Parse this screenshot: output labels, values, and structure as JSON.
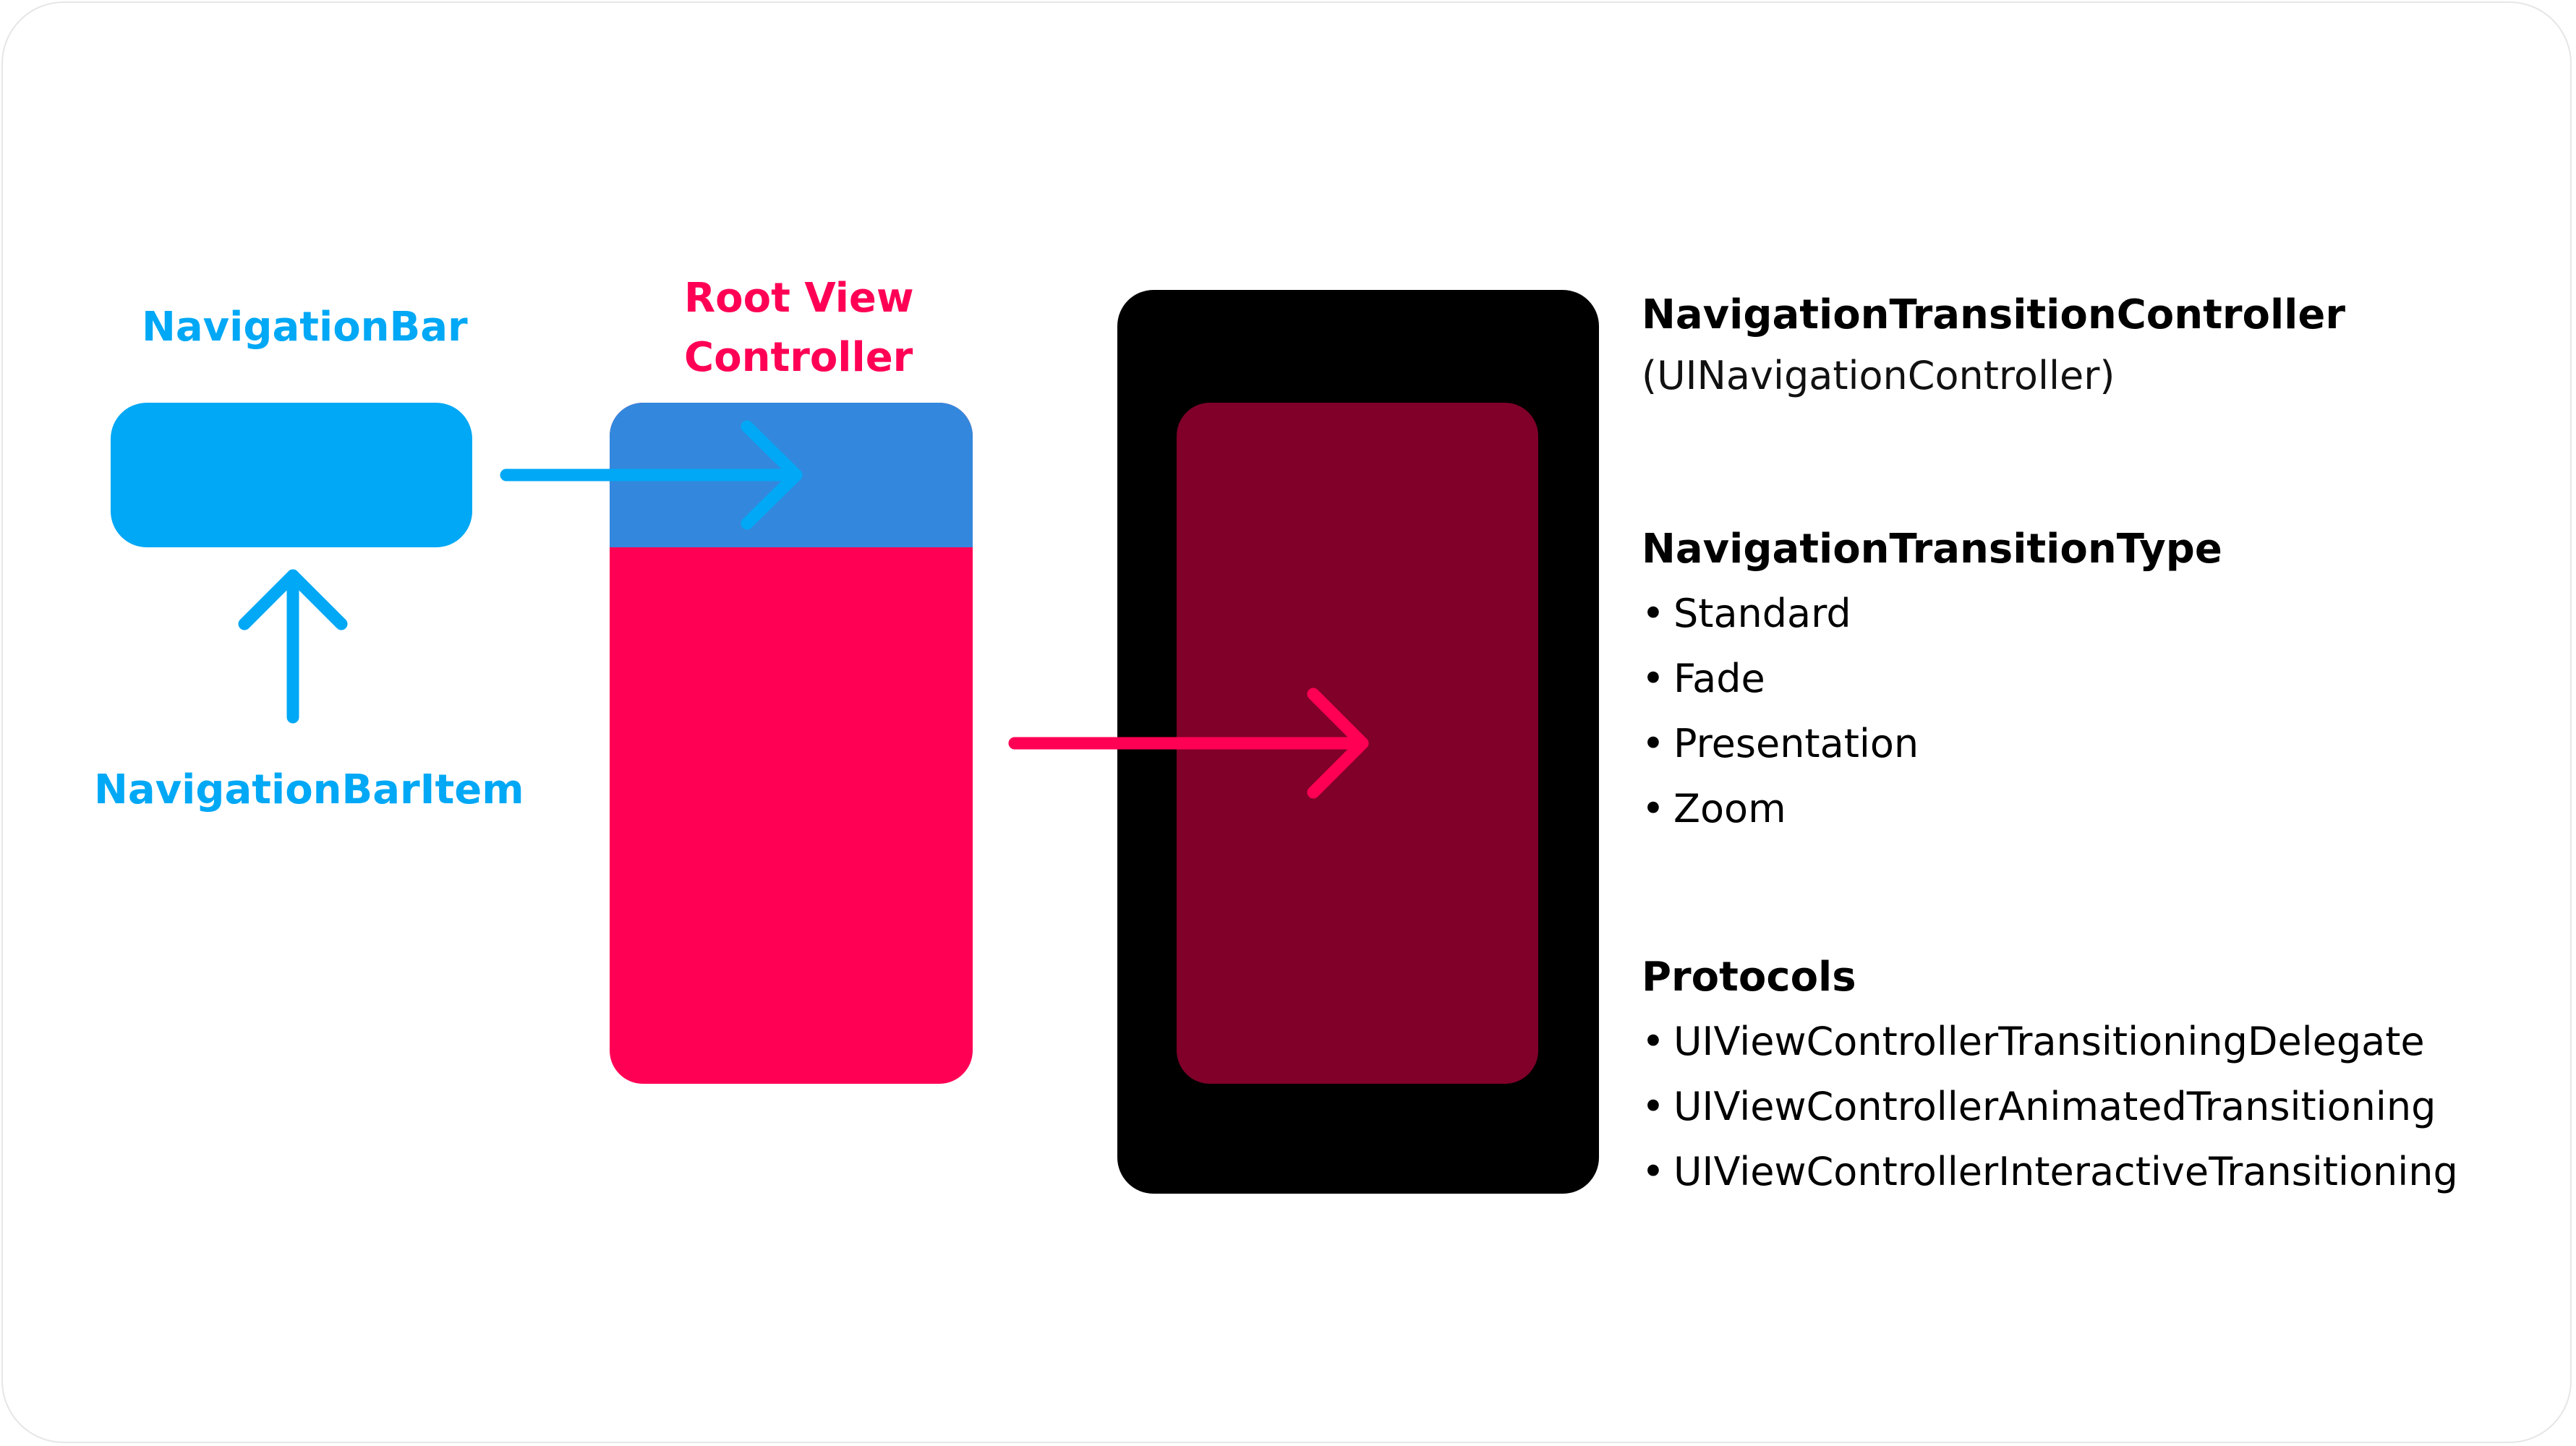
{
  "colors": {
    "blue": "#00A8F5",
    "bar_blue": "#3388DD",
    "pink": "#FF0055",
    "maroon": "#80002A",
    "black": "#000000"
  },
  "labels": {
    "navigation_bar": "NavigationBar",
    "navigation_bar_item": "NavigationBarItem",
    "root_view_controller_line1": "Root View",
    "root_view_controller_line2": "Controller"
  },
  "controller": {
    "title": "NavigationTransitionController",
    "subtitle": "(UINavigationController)"
  },
  "transition_type": {
    "title": "NavigationTransitionType",
    "items": [
      {
        "label": "Standard"
      },
      {
        "label": "Fade"
      },
      {
        "label": "Presentation"
      },
      {
        "label": "Zoom"
      }
    ]
  },
  "protocols": {
    "title": "Protocols",
    "items": [
      {
        "label": "UIViewControllerTransitioningDelegate"
      },
      {
        "label": "UIViewControllerAnimatedTransitioning"
      },
      {
        "label": "UIViewControllerInteractiveTransitioning"
      }
    ]
  },
  "bullet_glyph": "•",
  "icons": {
    "arrow_up": "arrow-up-icon",
    "arrow_right_blue": "arrow-right-icon",
    "arrow_right_pink": "arrow-right-icon"
  }
}
